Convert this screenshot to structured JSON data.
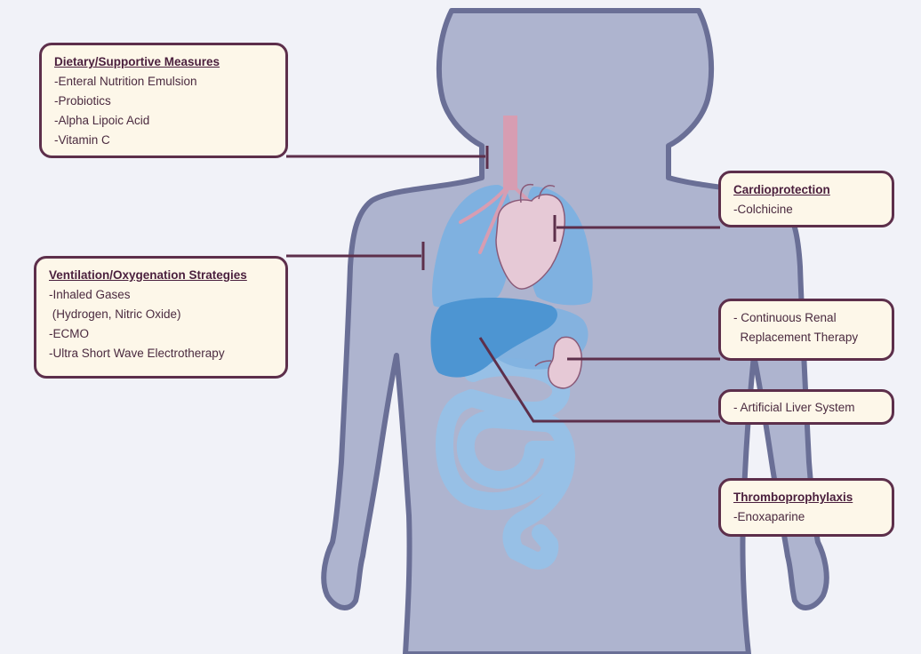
{
  "boxes": {
    "dietary": {
      "title": "Dietary/Supportive Measures",
      "items": [
        "-Enteral Nutrition Emulsion",
        "-Probiotics",
        "-Alpha Lipoic Acid",
        "-Vitamin C"
      ]
    },
    "ventilation": {
      "title": "Ventilation/Oxygenation Strategies",
      "items": [
        "-Inhaled Gases",
        " (Hydrogen, Nitric Oxide)",
        "-ECMO",
        "-Ultra Short Wave Electrotherapy"
      ]
    },
    "cardio": {
      "title": "Cardioprotection",
      "items": [
        "-Colchicine"
      ]
    },
    "renal": {
      "items": [
        "- Continuous Renal",
        "  Replacement Therapy"
      ]
    },
    "liver": {
      "items": [
        "- Artificial Liver System"
      ]
    },
    "thrombo": {
      "title": "Thromboprophylaxis",
      "items": [
        "-Enoxaparine"
      ]
    }
  },
  "colors": {
    "background": "#f1f2f8",
    "body_fill": "#aeb4cf",
    "body_outline": "#6a6f96",
    "lungs": "#7fb1e0",
    "liver": "#4d95d2",
    "intestine": "#93c2ea",
    "heart": "#e6c9d6",
    "trachea": "#d79db2",
    "box_fill": "#fdf7e9",
    "box_border": "#5d2f4b",
    "connector": "#5d2f4b"
  }
}
